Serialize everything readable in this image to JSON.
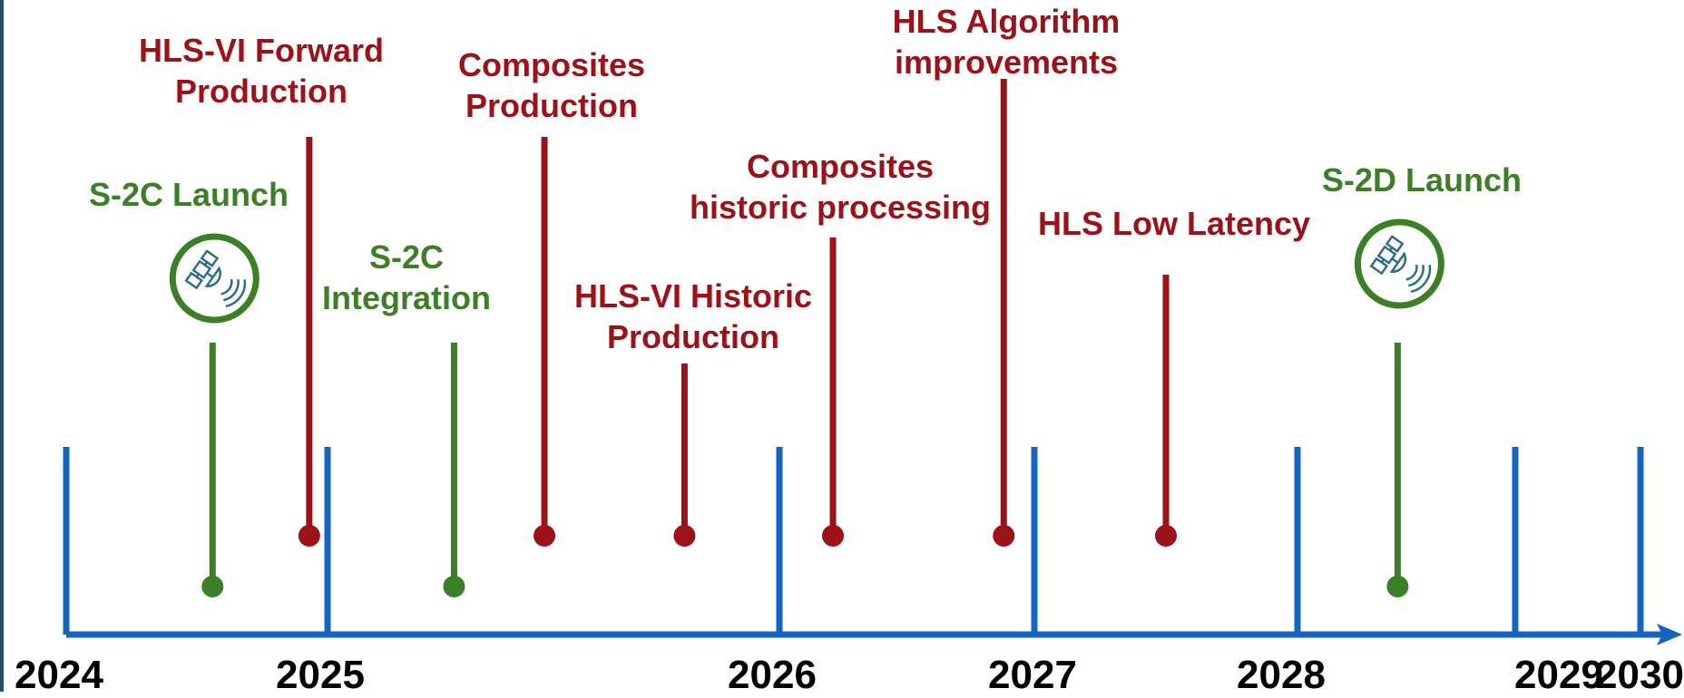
{
  "colors": {
    "axis": "#1565c0",
    "satellite": "#3d7f27",
    "hls": "#9b1219",
    "year": "#000000"
  },
  "axis": {
    "x_min": 2024,
    "x_max": 2030.15
  },
  "years": [
    {
      "label": "2024",
      "value": 2024.0
    },
    {
      "label": "2025",
      "value": 2025.0
    },
    {
      "label": "2026",
      "value": 2026.0
    },
    {
      "label": "2027",
      "value": 2027.0
    },
    {
      "label": "2028",
      "value": 2028.0
    },
    {
      "label": "2029",
      "value": 2029.0
    },
    {
      "label": "2030",
      "value": 2030.0
    }
  ],
  "events": [
    {
      "id": "s2c-launch",
      "lines": [
        "S-2C Launch"
      ],
      "category": "satellite",
      "date": 2024.56,
      "icon": "satellite-icon"
    },
    {
      "id": "hls-vi-forward",
      "lines": [
        "HLS-VI Forward",
        "Production"
      ],
      "category": "hls",
      "date": 2024.93
    },
    {
      "id": "s2c-integration",
      "lines": [
        "S-2C",
        "Integration"
      ],
      "category": "satellite",
      "date": 2025.28
    },
    {
      "id": "composites-production",
      "lines": [
        "Composites",
        "Production"
      ],
      "category": "hls",
      "date": 2025.48
    },
    {
      "id": "hls-vi-historic",
      "lines": [
        "HLS-VI Historic",
        "Production"
      ],
      "category": "hls",
      "date": 2025.79
    },
    {
      "id": "composites-historic",
      "lines": [
        "Composites",
        "historic processing"
      ],
      "category": "hls",
      "date": 2026.21
    },
    {
      "id": "hls-algorithm",
      "lines": [
        "HLS Algorithm",
        "improvements"
      ],
      "category": "hls",
      "date": 2026.88
    },
    {
      "id": "hls-low-latency",
      "lines": [
        "HLS Low Latency"
      ],
      "category": "hls",
      "date": 2027.5
    },
    {
      "id": "s2d-launch",
      "lines": [
        "S-2D Launch"
      ],
      "category": "satellite",
      "date": 2028.46,
      "icon": "satellite-icon"
    }
  ]
}
